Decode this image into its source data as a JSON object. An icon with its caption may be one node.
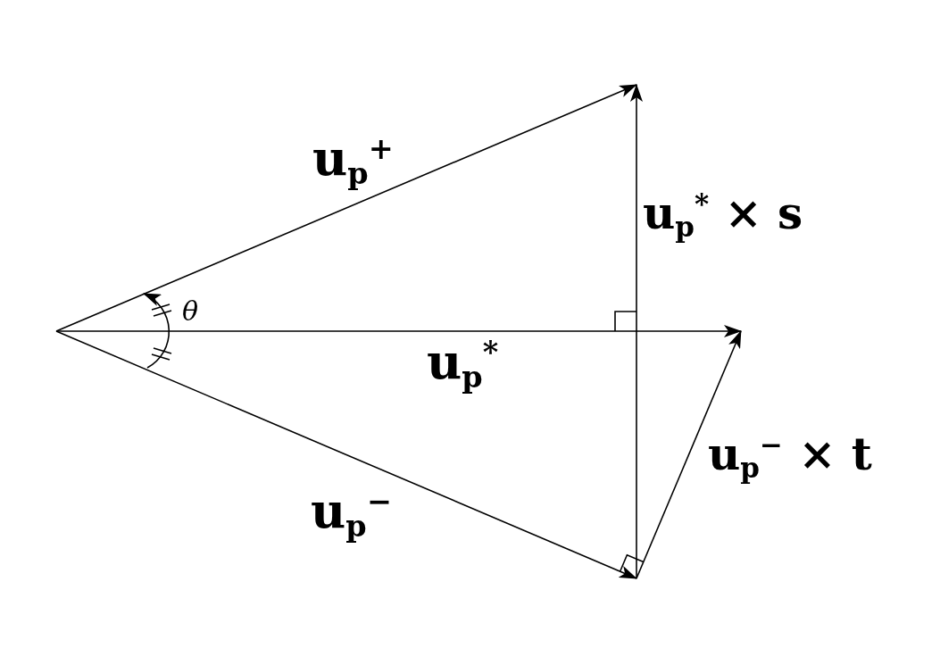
{
  "diagram": {
    "labels": [
      "u$_{p}$$^{+}$",
      "u$_{p}$$^{*}$ × s",
      "θ",
      "u$_{p}$$^{*}$",
      "u$_{p}$$^{−}$ × t",
      "u$_{p}$$^{−}$"
    ]
  }
}
